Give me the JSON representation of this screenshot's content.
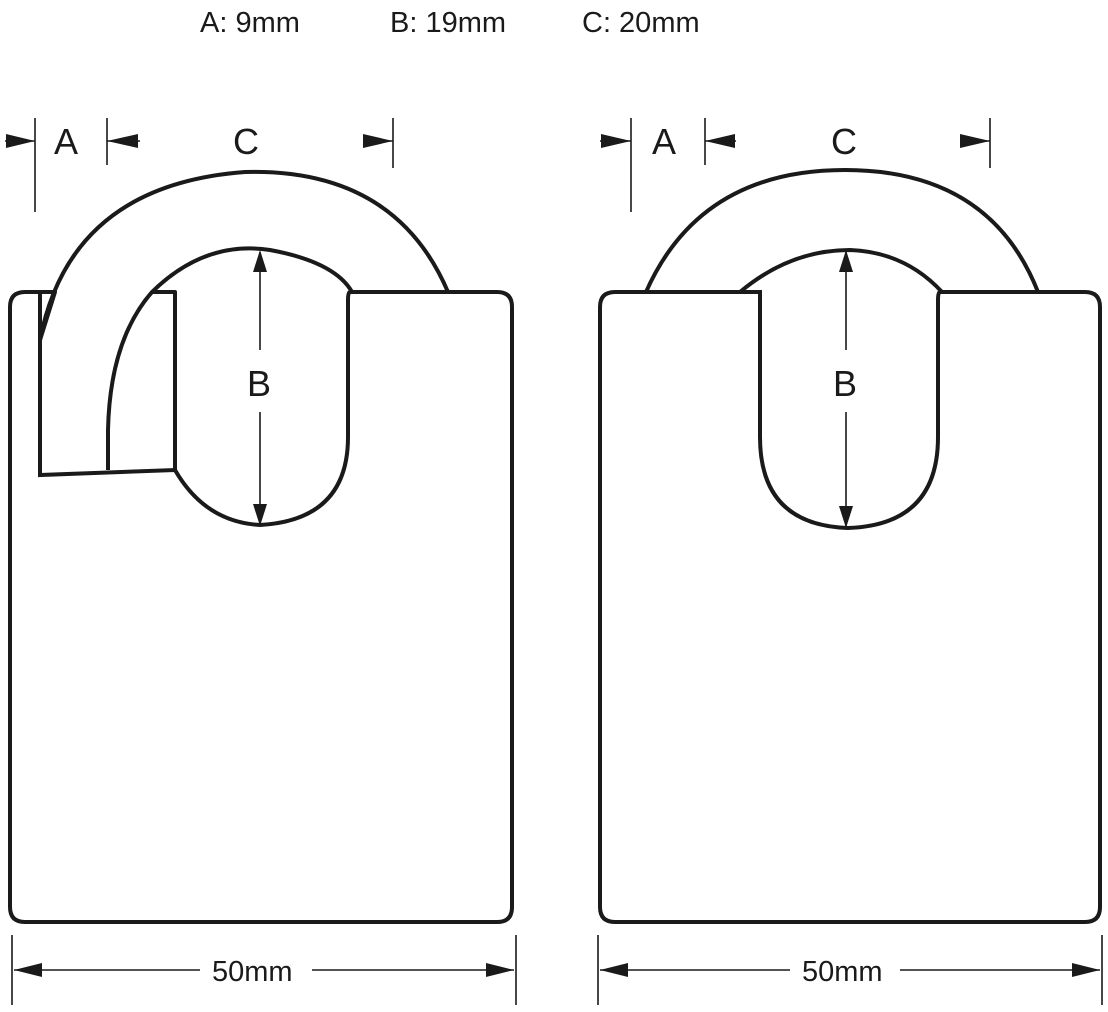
{
  "legend": {
    "a": "A: 9mm",
    "b": "B: 19mm",
    "c": "C: 20mm"
  },
  "labels": {
    "a": "A",
    "b": "B",
    "c": "C",
    "width": "50mm"
  },
  "colors": {
    "line": "#1a1a1a",
    "background": "#ffffff"
  }
}
